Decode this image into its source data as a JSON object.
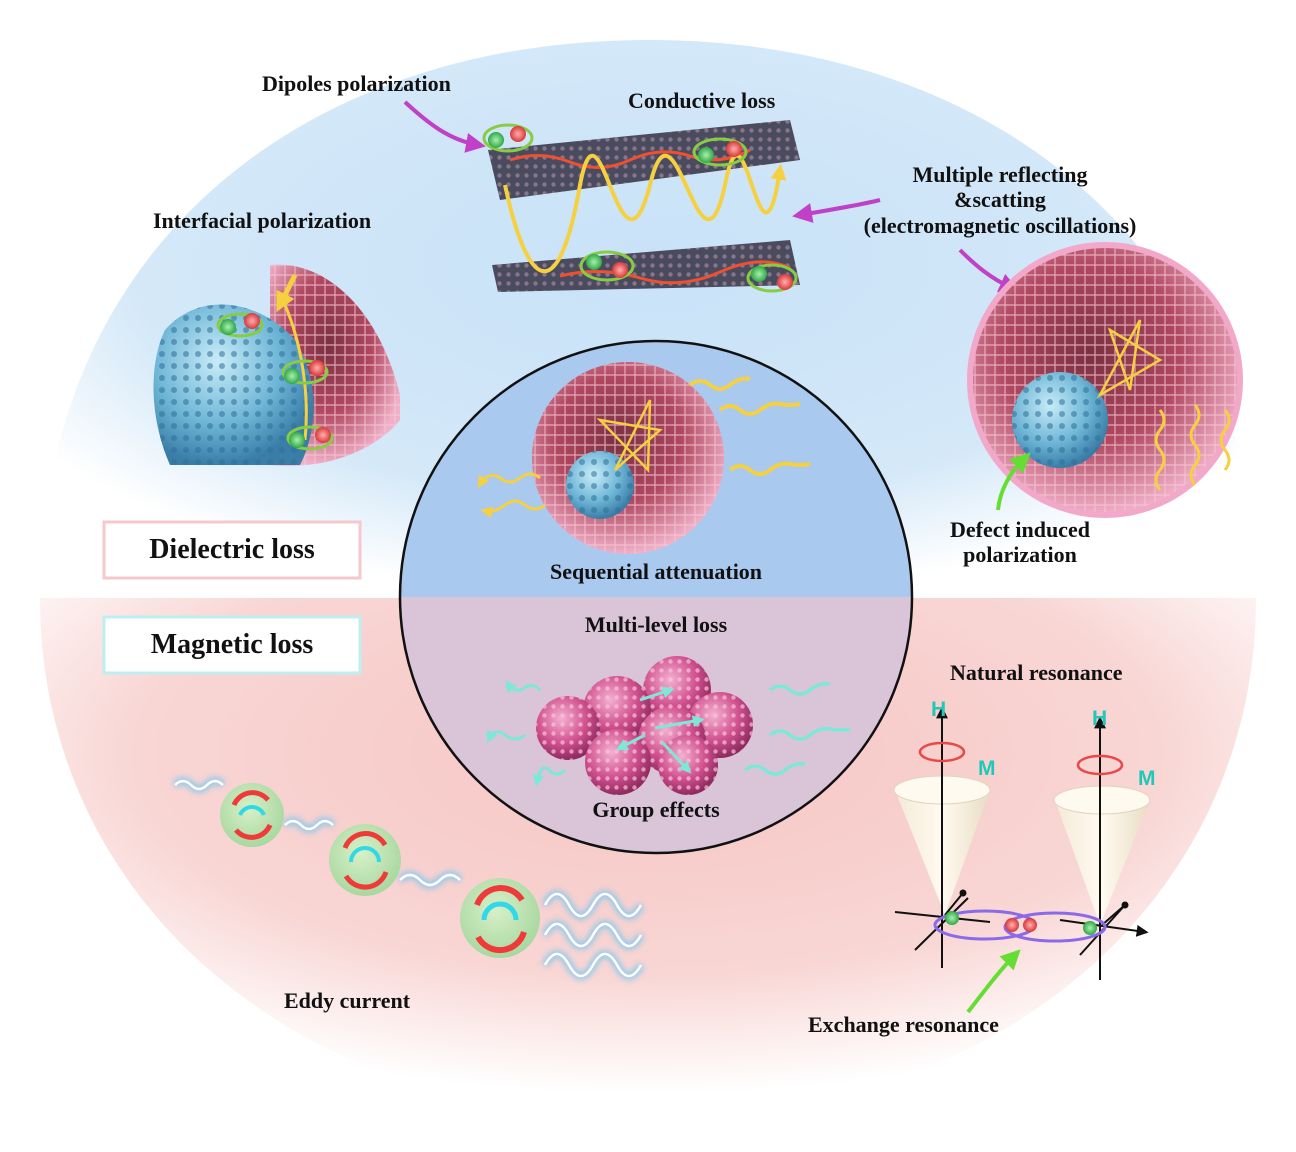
{
  "labels": {
    "dipoles_polarization": "Dipoles polarization",
    "conductive_loss": "Conductive loss",
    "multiple_reflecting_line1": "Multiple reflecting",
    "multiple_reflecting_line2": "&scatting",
    "multiple_reflecting_line3": "(electromagnetic oscillations)",
    "interfacial_polarization": "Interfacial polarization",
    "dielectric_loss": "Dielectric loss",
    "magnetic_loss": "Magnetic loss",
    "sequential_attenuation": "Sequential attenuation",
    "multi_level_loss": "Multi-level loss",
    "group_effects": "Group effects",
    "defect_line1": "Defect induced",
    "defect_line2": "polarization",
    "natural_resonance": "Natural resonance",
    "eddy_current": "Eddy current",
    "exchange_resonance": "Exchange resonance"
  },
  "symbols": {
    "h_field": "H",
    "magnetization": "M",
    "plus": "+",
    "minus": "-"
  },
  "colors": {
    "dielectric_region": "#cfe4f7",
    "magnetic_region": "#f7d2d0",
    "circle_top": "#a9c9ef",
    "circle_bottom": "#d9c4d8",
    "arrow_magenta": "#c040c8",
    "arrow_yellow": "#f5d040",
    "arrow_green": "#66dd33",
    "wave_cyan": "#7ee8d8",
    "cyan_label": "#20c8b8",
    "shell_pink": "#d2607e",
    "core_blue": "#7ab8d8",
    "sphere_pink": "#d04a8a"
  }
}
